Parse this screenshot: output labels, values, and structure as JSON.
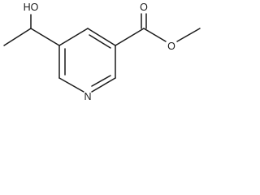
{
  "structure": {
    "atoms": {
      "hydroxyl": "HO",
      "ring_nitrogen": "N",
      "carbonyl_oxygen": "O",
      "ester_oxygen": "O"
    }
  }
}
